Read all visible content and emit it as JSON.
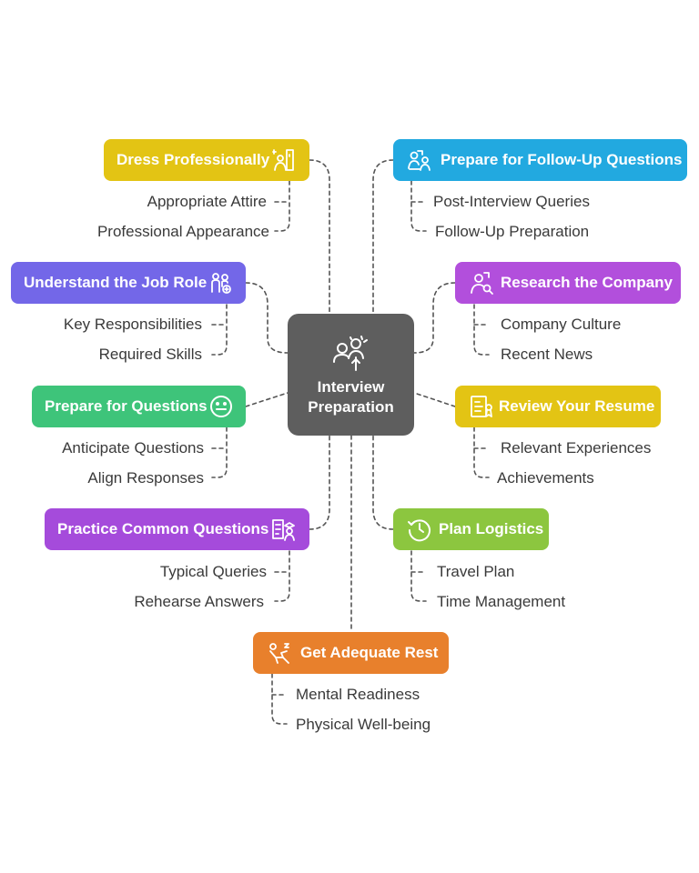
{
  "center": {
    "title_line1": "Interview",
    "title_line2": "Preparation",
    "icon": "presenter-icon"
  },
  "colors": {
    "yellow": "#e3c414",
    "blue": "#22a9e0",
    "purple": "#7367e8",
    "magenta": "#b24fdc",
    "green": "#3ec47a",
    "lime": "#8cc63f",
    "violet": "#a54bdb",
    "orange": "#e8802c",
    "center": "#5e5e5e"
  },
  "topics": [
    {
      "id": "dress",
      "label": "Dress Professionally",
      "icon": "dress-mirror-icon",
      "color": "#e3c414",
      "items": [
        "Appropriate Attire",
        "Professional Appearance"
      ]
    },
    {
      "id": "followup",
      "label": "Prepare for Follow-Up Questions",
      "icon": "discussion-icon",
      "color": "#22a9e0",
      "items": [
        "Post-Interview Queries",
        "Follow-Up Preparation"
      ]
    },
    {
      "id": "jobrole",
      "label": "Understand the Job Role",
      "icon": "people-icon",
      "color": "#7367e8",
      "items": [
        "Key Responsibilities",
        "Required Skills"
      ]
    },
    {
      "id": "research",
      "label": "Research the Company",
      "icon": "research-icon",
      "color": "#b24fdc",
      "items": [
        "Company Culture",
        "Recent News"
      ]
    },
    {
      "id": "questions",
      "label": "Prepare for Questions",
      "icon": "face-icon",
      "color": "#3ec47a",
      "items": [
        "Anticipate Questions",
        "Align Responses"
      ]
    },
    {
      "id": "resume",
      "label": "Review Your Resume",
      "icon": "resume-icon",
      "color": "#e3c414",
      "items": [
        "Relevant Experiences",
        "Achievements"
      ]
    },
    {
      "id": "practice",
      "label": "Practice Common Questions",
      "icon": "practice-icon",
      "color": "#a54bdb",
      "items": [
        "Typical Queries",
        "Rehearse Answers"
      ]
    },
    {
      "id": "logistics",
      "label": "Plan Logistics",
      "icon": "clock-icon",
      "color": "#8cc63f",
      "items": [
        "Travel Plan",
        "Time Management"
      ]
    },
    {
      "id": "rest",
      "label": "Get Adequate Rest",
      "icon": "rest-icon",
      "color": "#e8802c",
      "items": [
        "Mental Readiness",
        "Physical Well-being"
      ]
    }
  ]
}
